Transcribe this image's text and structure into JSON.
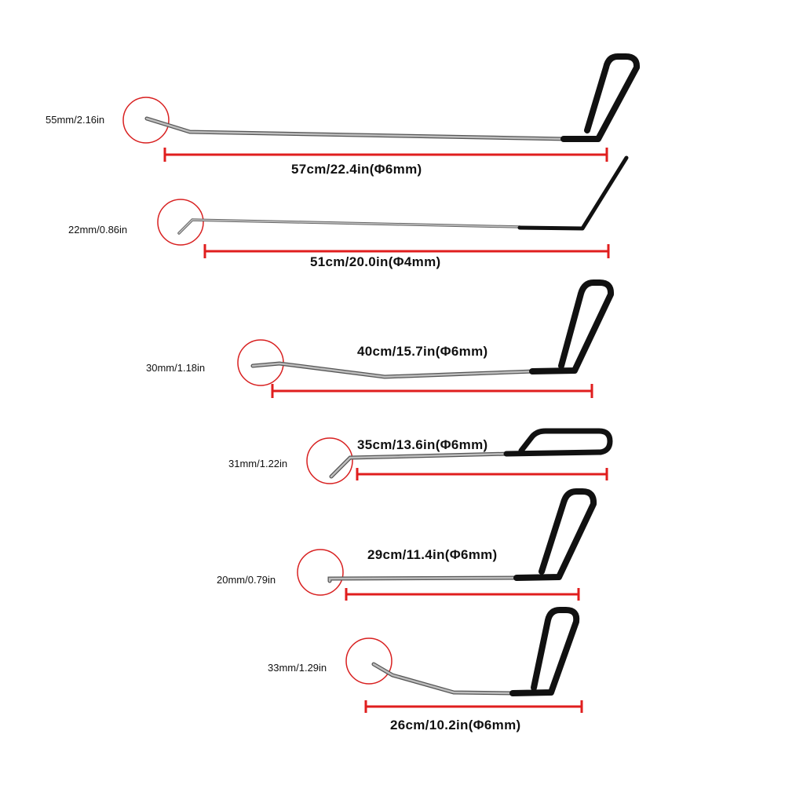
{
  "colors": {
    "rod": "#a9a9a9",
    "rod_edge": "#555555",
    "handle": "#111111",
    "measure": "#e01e1e",
    "circle": "#d82020"
  },
  "tools": [
    {
      "tip_size": "55mm/2.16in",
      "length": "57cm/22.4in(Φ6mm)",
      "handle": "loop-handle"
    },
    {
      "tip_size": "22mm/0.86in",
      "length": "51cm/20.0in(Φ4mm)",
      "handle": "bent-handle"
    },
    {
      "tip_size": "30mm/1.18in",
      "length": "40cm/15.7in(Φ6mm)",
      "handle": "loop-handle"
    },
    {
      "tip_size": "31mm/1.22in",
      "length": "35cm/13.6in(Φ6mm)",
      "handle": "flat-loop-handle"
    },
    {
      "tip_size": "20mm/0.79in",
      "length": "29cm/11.4in(Φ6mm)",
      "handle": "loop-handle"
    },
    {
      "tip_size": "33mm/1.29in",
      "length": "26cm/10.2in(Φ6mm)",
      "handle": "loop-handle"
    }
  ]
}
